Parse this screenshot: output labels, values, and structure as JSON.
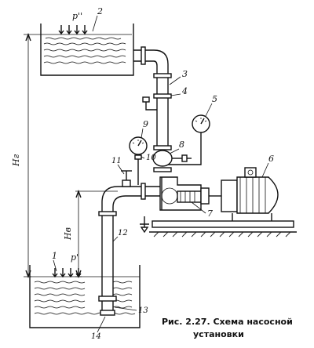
{
  "labels": {
    "top_pressure": "p''",
    "bottom_pressure": "p'",
    "geometric_height": "Hг",
    "suction_height": "Hв",
    "n1": "1",
    "n2": "2",
    "n3": "3",
    "n4": "4",
    "n5": "5",
    "n6": "6",
    "n7": "7",
    "n8": "8",
    "n9": "9",
    "n10": "10",
    "n11": "11",
    "n12": "12",
    "n13": "13",
    "n14": "14"
  },
  "caption": {
    "line1": "Рис. 2.27. Схема насосной",
    "line2": "установки"
  }
}
